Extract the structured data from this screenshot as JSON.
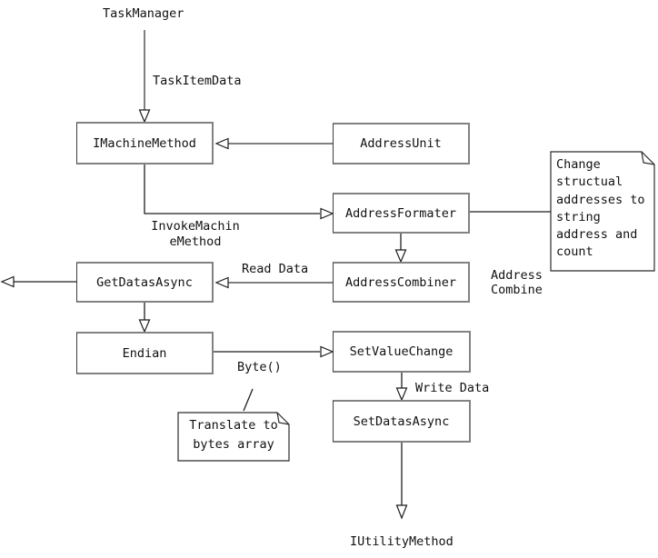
{
  "diagram": {
    "kind": "flowchart",
    "background": "#ffffff"
  },
  "nodes": {
    "imachine_method": "IMachineMethod",
    "address_unit": "AddressUnit",
    "address_formater": "AddressFormater",
    "address_combiner": "AddressCombiner",
    "get_datas_async": "GetDatasAsync",
    "endian": "Endian",
    "set_value_change": "SetValueChange",
    "set_datas_async": "SetDatasAsync"
  },
  "free_labels": {
    "task_manager": "TaskManager",
    "iutility_method": "IUtilityMethod"
  },
  "edge_labels": {
    "task_item_data": "TaskItemData",
    "invoke_machine_method": "InvokeMachin\neMethod",
    "read_data": "Read Data",
    "address_combine": "Address\nCombine",
    "byte": "Byte()",
    "write_data": "Write Data"
  },
  "notes": {
    "change_addresses": "Change\nstructual\naddresses to\nstring\naddress and\ncount",
    "translate_bytes": "Translate to\nbytes array"
  },
  "colors": {
    "connector_gray": "#808080",
    "connector_dark": "#1f1f1f",
    "box_border": "#828282",
    "note_border": "#2b2b2b",
    "text": "#111111",
    "background": "#ffffff"
  }
}
